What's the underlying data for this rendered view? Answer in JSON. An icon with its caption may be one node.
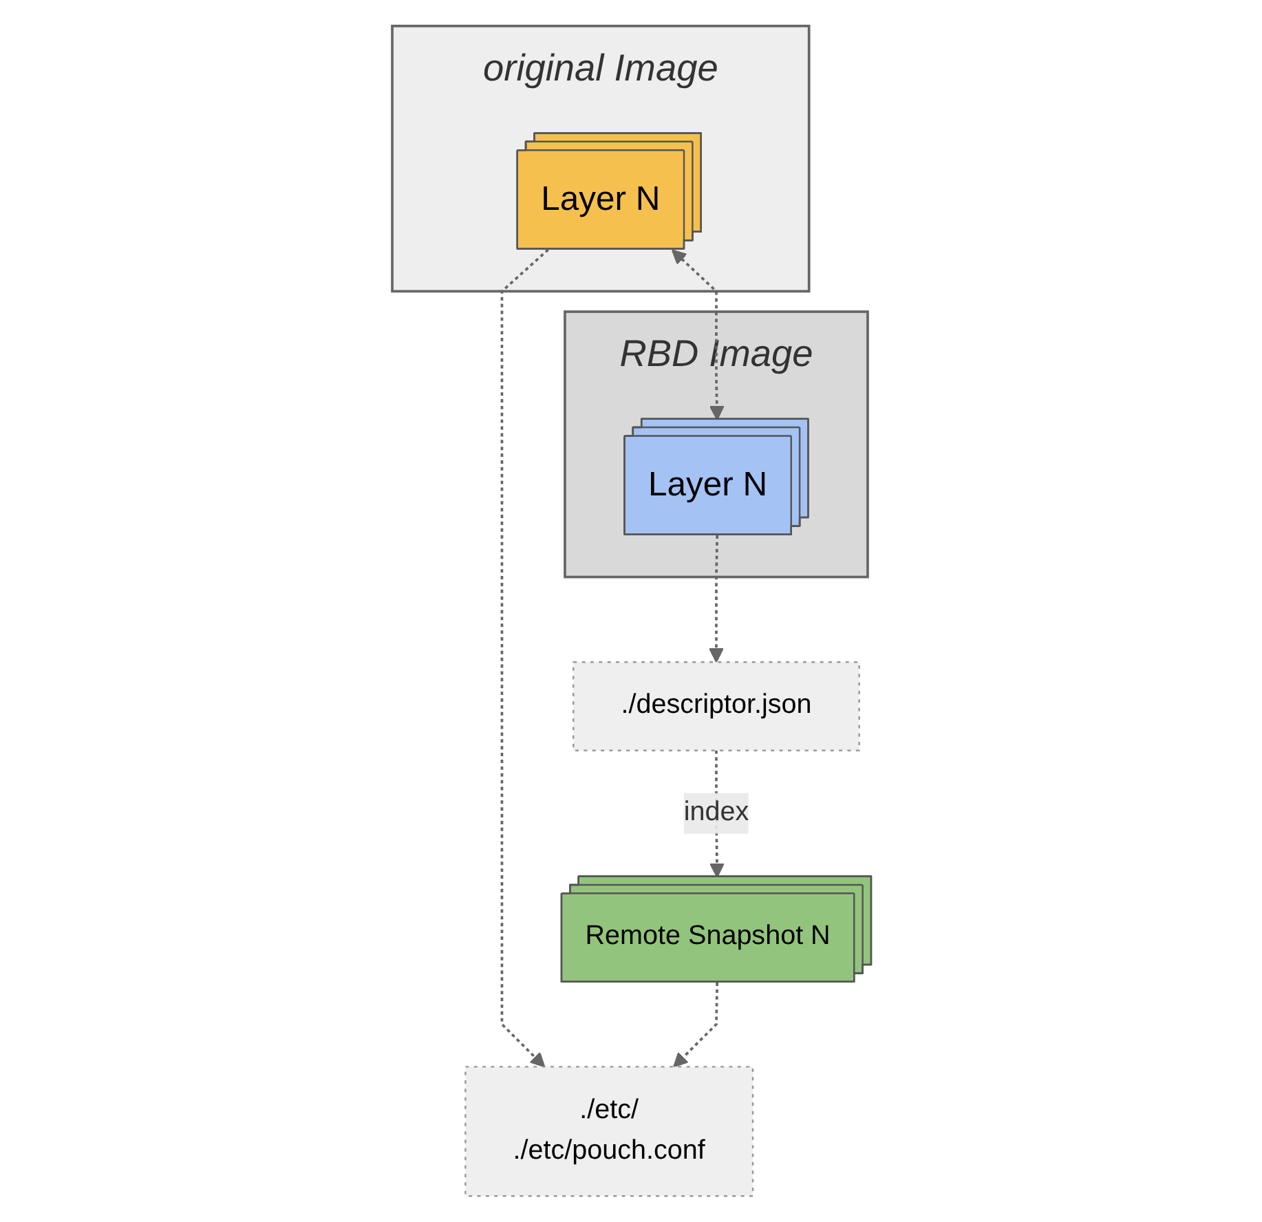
{
  "diagram": {
    "nodes": [
      {
        "text": [
          "original Image"
        ]
      },
      {
        "text": [
          "Layer N"
        ],
        "in": 0
      },
      {
        "text": [
          "RBD Image"
        ]
      },
      {
        "text": [
          "Layer N"
        ],
        "in": 2
      },
      {
        "text": [
          "./etc/",
          "./etc/pouch.conf"
        ]
      },
      {
        "text": [
          "./descriptor.json"
        ]
      },
      {
        "text": [
          "Remote Snapshot N"
        ]
      }
    ],
    "edges": [
      {
        "from": 1,
        "to": 3,
        "arrow": "both",
        "style": "dashed"
      },
      {
        "from": 1,
        "to": 4,
        "arrow": "to",
        "style": "dashed"
      },
      {
        "from": 3,
        "to": 5,
        "arrow": "to",
        "style": "dashed"
      },
      {
        "from": 5,
        "to": 6,
        "arrow": "to",
        "style": "dashed",
        "label": "index"
      },
      {
        "from": 6,
        "to": 4,
        "arrow": "to",
        "style": "dashed"
      }
    ]
  }
}
